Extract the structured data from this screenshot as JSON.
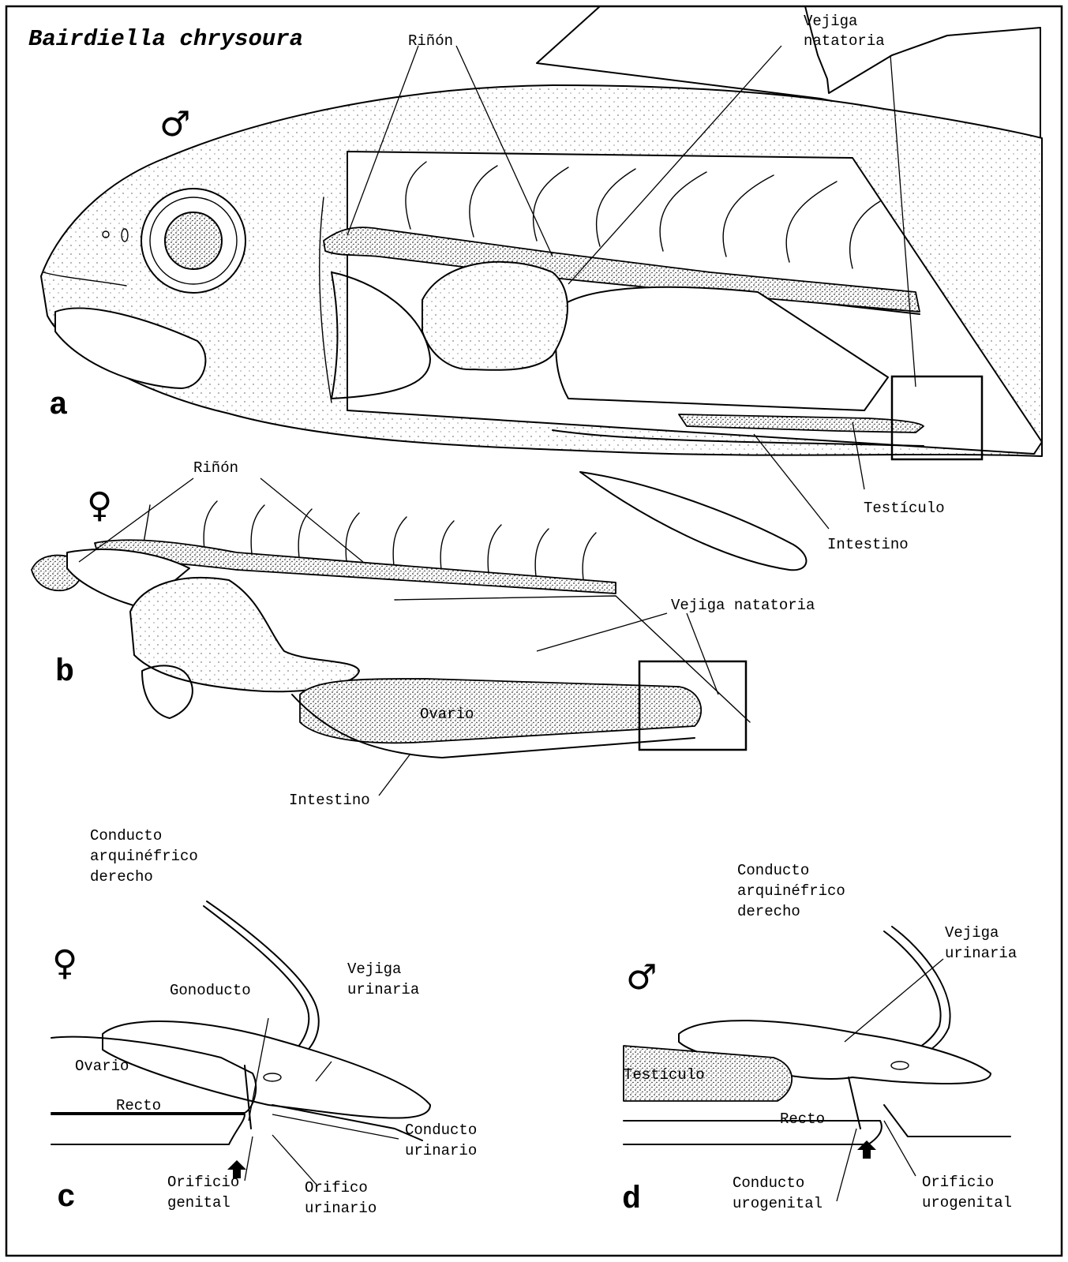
{
  "title": "Bairdiella chrysoura",
  "symbols": {
    "male": "♂",
    "female": "♀"
  },
  "panels": {
    "a": "a",
    "b": "b",
    "c": "c",
    "d": "d"
  },
  "panel_a": {
    "rinon": "Riñón",
    "vejiga_natatoria_1": "Vejiga",
    "vejiga_natatoria_2": "natatoria",
    "testiculo": "Testículo",
    "intestino": "Intestino"
  },
  "panel_b": {
    "rinon": "Riñón",
    "vejiga_natatoria": "Vejiga natatoria",
    "ovario": "Ovario",
    "intestino": "Intestino"
  },
  "panel_c": {
    "conducto_1": "Conducto",
    "conducto_2": "arquinéfrico",
    "conducto_3": "derecho",
    "gonoducto": "Gonoducto",
    "vejiga_1": "Vejiga",
    "vejiga_2": "urinaria",
    "ovario": "Ovario",
    "recto": "Recto",
    "conducto_urinario_1": "Conducto",
    "conducto_urinario_2": "urinario",
    "orificio_genital_1": "Orificio",
    "orificio_genital_2": "genital",
    "orifico_urinario_1": "Orifico",
    "orifico_urinario_2": "urinario"
  },
  "panel_d": {
    "conducto_1": "Conducto",
    "conducto_2": "arquinéfrico",
    "conducto_3": "derecho",
    "vejiga_1": "Vejiga",
    "vejiga_2": "urinaria",
    "testiculo": "Testículo",
    "recto": "Recto",
    "conducto_urogenital_1": "Conducto",
    "conducto_urogenital_2": "urogenital",
    "orificio_urogenital_1": "Orificio",
    "orificio_urogenital_2": "urogenital"
  }
}
